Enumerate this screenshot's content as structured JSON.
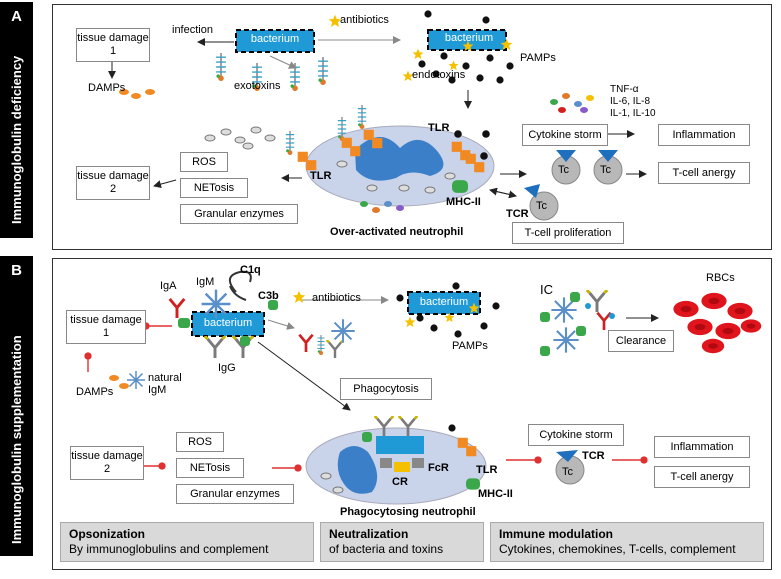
{
  "panel_a": {
    "letter": "A",
    "side_label": "Immunoglobulin deficiency",
    "bacterium": "bacterium",
    "bacterium_right": "bacterium",
    "infection": "infection",
    "antibiotics": "antibiotics",
    "pamps": "PAMPs",
    "endotoxins": "endotoxins",
    "exotoxins": "exotoxins",
    "tissue_damage_1": "tissue damage 1",
    "damps": "DAMPs",
    "cytokines_1": "TNF-α",
    "cytokines_2": "IL-6,  IL-8",
    "cytokines_3": "IL-1,  IL-10",
    "cytokine_storm": "Cytokine storm",
    "inflammation": "Inflammation",
    "t_cell_anergy": "T-cell anergy",
    "ros": "ROS",
    "netosis": "NETosis",
    "granular_enzymes": "Granular enzymes",
    "tissue_damage_2": "tissue damage 2",
    "tlr_left": "TLR",
    "tlr_right": "TLR",
    "mhc": "MHC-II",
    "tcr": "TCR",
    "tc": "Tc",
    "neutrophil_label": "Over-activated neutrophil",
    "t_cell_proliferation": "T-cell proliferation"
  },
  "panel_b": {
    "letter": "B",
    "side_label": "Immunoglobulin supplementation",
    "iga": "IgA",
    "igm": "IgM",
    "c1q": "C1q",
    "c3b": "C3b",
    "bacterium": "bacterium",
    "bacterium_right": "bacterium",
    "igg": "IgG",
    "tissue_damage_1": "tissue damage 1",
    "damps": "DAMPs",
    "natural_igm_1": "natural",
    "natural_igm_2": "IgM",
    "antibiotics": "antibiotics",
    "pamps": "PAMPs",
    "ic": "IC",
    "clearance": "Clearance",
    "rbcs": "RBCs",
    "phagocytosis": "Phagocytosis",
    "ros": "ROS",
    "netosis": "NETosis",
    "granular_enzymes": "Granular enzymes",
    "tissue_damage_2": "tissue damage 2",
    "cr": "CR",
    "fcr": "FcR",
    "tlr": "TLR",
    "mhc": "MHC-II",
    "cytokine_storm": "Cytokine storm",
    "tcr": "TCR",
    "tc": "Tc",
    "inflammation": "Inflammation",
    "t_cell_anergy": "T-cell anergy",
    "neutrophil_label": "Phagocytosing neutrophil",
    "summary": [
      {
        "title": "Opsonization",
        "text": "By immunoglobulins and complement"
      },
      {
        "title": "Neutralization",
        "text": "of bacteria and toxins"
      },
      {
        "title": "Immune modulation",
        "text": "Cytokines, chemokines, T-cells, complement"
      }
    ]
  },
  "colors": {
    "bacterium": "#1f9ad6",
    "tlr": "#f28a24",
    "mhc": "#3aa84a",
    "tcr": "#1f6fbf",
    "neutrophil": "#c9d3ea",
    "rbc": "#e0141c",
    "inhibit": "#e03030",
    "star": "#f5c000"
  }
}
